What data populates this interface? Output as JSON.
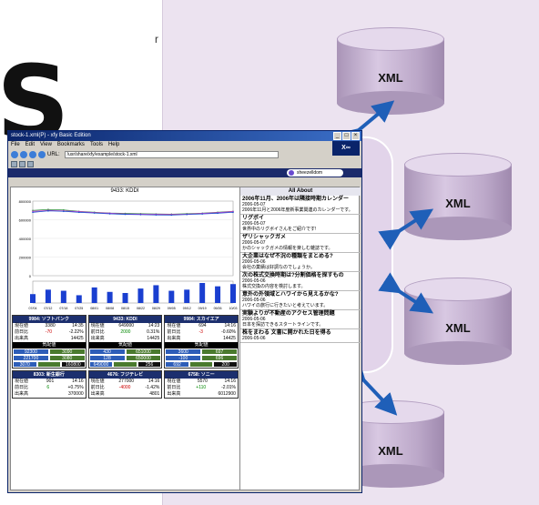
{
  "slide": {
    "big_letter": "S",
    "fragment": "r",
    "db_label": "XML"
  },
  "window": {
    "title": "stock-1.xml(P) - xfy Basic Edition",
    "menu": [
      "File",
      "Edit",
      "View",
      "Bookmarks",
      "Tools",
      "Help"
    ],
    "brand": "X∞",
    "url_label": "URL:",
    "url": "/usr/share/xfy/example/stock-1.xml",
    "user": "sheezelldom",
    "chart_title": "9433: KDDI",
    "news_header": "All About",
    "news": [
      {
        "t": "2006年11月、2006年は隣接時期カレンダー",
        "d": "2006-05-07",
        "b": "2006年11月と2006年度新事業関連のカレンダーです。"
      },
      {
        "t": "リグボイ",
        "d": "2006-05-07",
        "b": "世界中のリグボイさんをご紹介です!"
      },
      {
        "t": "ザリシャックガメ",
        "d": "2006-05-07",
        "b": "かのシャックガメの情報を楽しむ雑誌です。"
      },
      {
        "t": "大企業はなぜ不況の種類をまとめる?",
        "d": "2006-05-06",
        "b": "会社の業績は好調なのでしょうか。"
      },
      {
        "t": "次の株式交換時期は?分割価格を探すもの",
        "d": "2006-05-06",
        "b": "株式交換の内容を検討します。"
      },
      {
        "t": "意外の外領域とハワイから見えるかな?",
        "d": "2006-05-06",
        "b": "ハワイの旅行に行きたいと考えています。"
      },
      {
        "t": "実験よりが不動産のアクセス管理問題",
        "d": "2006-05-06",
        "b": "日本を探訪できるスタートラインです。"
      },
      {
        "t": "株をまわる 文書に開かれた日を得る",
        "d": "2006-05-06",
        "b": ""
      }
    ],
    "cards": [
      {
        "title": "9984: ソフトバンク",
        "rows": [
          [
            "現在値",
            "3380",
            "14:35"
          ],
          [
            "前日比",
            "-70",
            "-2.22%"
          ],
          [
            "出来高",
            "",
            "14425"
          ]
        ],
        "board": "気配値",
        "bid": [
          [
            "92300",
            "3090"
          ],
          [
            "221700",
            "3080"
          ],
          [
            "3070",
            "",
            "160800"
          ]
        ]
      },
      {
        "title": "9433: KDDI",
        "rows": [
          [
            "現在値",
            "649000",
            "14:23"
          ],
          [
            "前日比",
            "2000",
            "0.31%"
          ],
          [
            "出来高",
            "",
            "14425"
          ]
        ],
        "board": "気配値",
        "bid": [
          [
            "430",
            "651000"
          ],
          [
            "128",
            "650000"
          ],
          [
            "649000",
            "",
            "256"
          ]
        ]
      },
      {
        "title": "9984: スカイエア",
        "rows": [
          [
            "現在値",
            "694",
            "14:16"
          ],
          [
            "前日比",
            "-3",
            "-0.60%"
          ],
          [
            "出来高",
            "",
            "14425"
          ]
        ],
        "board": "気配値",
        "bid": [
          [
            "3600",
            "697"
          ],
          [
            "-100",
            "696"
          ],
          [
            "692",
            "",
            "200"
          ]
        ]
      },
      {
        "title": "8303: 新生銀行",
        "rows": [
          [
            "現在値",
            "901",
            "14:16"
          ],
          [
            "前日比",
            "6",
            "+0.75%"
          ],
          [
            "出来高",
            "",
            "370000"
          ]
        ]
      },
      {
        "title": "4676: フジテレビ",
        "rows": [
          [
            "現在値",
            "277000",
            "14:16"
          ],
          [
            "前日比",
            "-4000",
            "-1.42%"
          ],
          [
            "出来高",
            "",
            "4801"
          ]
        ]
      },
      {
        "title": "6758: ソニー",
        "rows": [
          [
            "現在値",
            "5570",
            "14:16"
          ],
          [
            "前日比",
            "+110",
            "-2.01%"
          ],
          [
            "出来高",
            "",
            "6012900"
          ]
        ]
      }
    ]
  },
  "chart_data": {
    "type": "line",
    "title": "9433: KDDI",
    "x": [
      "07/04",
      "07/12",
      "07/18",
      "07/25",
      "08/01",
      "08/08",
      "08/15",
      "08/22",
      "08/29",
      "09/05",
      "09/12",
      "09/19",
      "09/26",
      "10/03"
    ],
    "series": [
      {
        "values": [
          700000,
          710000,
          705000,
          690000,
          680000,
          672000,
          668000,
          665000,
          662000,
          660000,
          665000,
          670000,
          680000,
          690000
        ]
      },
      {
        "values": [
          690000,
          700000,
          695000,
          688000,
          676000,
          670000,
          662000,
          660000,
          658000,
          656000,
          660000,
          668000,
          676000,
          688000
        ]
      },
      {
        "values": [
          680000,
          695000,
          690000,
          680000,
          672000,
          664000,
          658000,
          655000,
          652000,
          650000,
          656000,
          662000,
          670000,
          680000
        ]
      }
    ],
    "volume": [
      40,
      60,
      55,
      35,
      70,
      50,
      45,
      65,
      80,
      55,
      60,
      90,
      75,
      85
    ],
    "ylim": [
      0,
      800000
    ],
    "yticks": [
      "800000",
      "600000",
      "400000",
      "200000",
      "0"
    ]
  }
}
